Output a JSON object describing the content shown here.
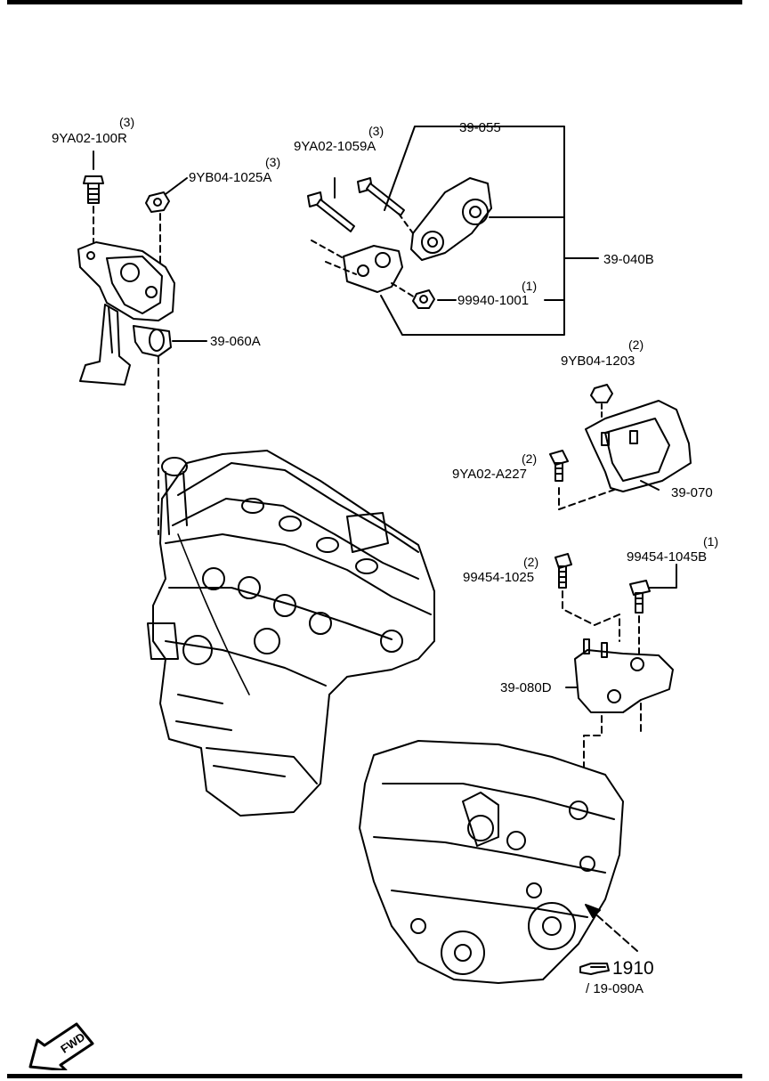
{
  "parts": {
    "p_9ya02_100r": {
      "part": "9YA02-100R",
      "qty": "(3)"
    },
    "p_9yb04_1025a": {
      "part": "9YB04-1025A",
      "qty": "(3)"
    },
    "p_9ya02_1059a": {
      "part": "9YA02-1059A",
      "qty": "(3)"
    },
    "p_39_055": {
      "part": "39-055"
    },
    "p_39_040b": {
      "part": "39-040B"
    },
    "p_99940_1001": {
      "part": "99940-1001",
      "qty": "(1)"
    },
    "p_39_060a": {
      "part": "39-060A"
    },
    "p_9yb04_1203": {
      "part": "9YB04-1203",
      "qty": "(2)"
    },
    "p_9ya02_a227": {
      "part": "9YA02-A227",
      "qty": "(2)"
    },
    "p_39_070": {
      "part": "39-070"
    },
    "p_99454_1025": {
      "part": "99454-1025",
      "qty": "(2)"
    },
    "p_99454_1045b": {
      "part": "99454-1045B",
      "qty": "(1)"
    },
    "p_39_080d": {
      "part": "39-080D"
    }
  },
  "reference": {
    "number": "1910",
    "subref": "/ 19-090A"
  },
  "fwd_label": "FWD",
  "colors": {
    "ink": "#000000",
    "paper": "#ffffff"
  }
}
